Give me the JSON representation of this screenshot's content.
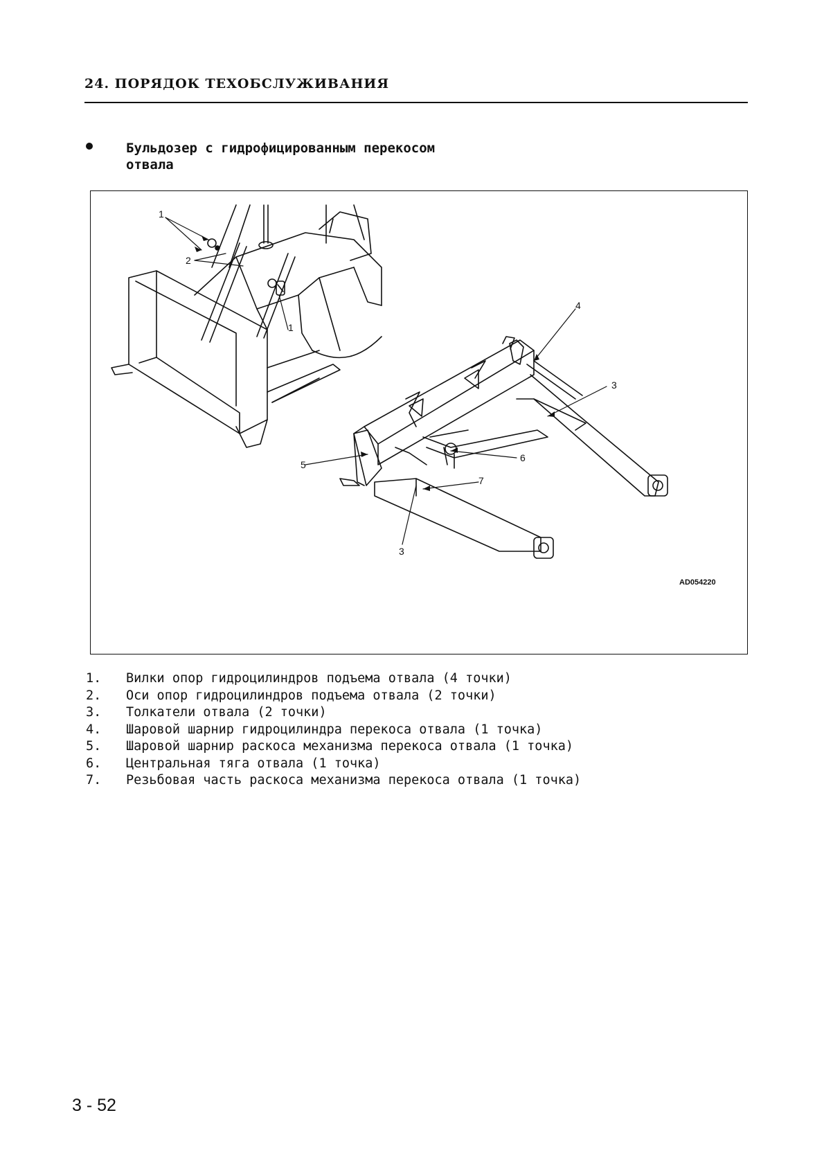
{
  "header": {
    "title": "24. ПОРЯДОК ТЕХОБСЛУЖИВАНИЯ"
  },
  "section": {
    "subtitle_line1": "Бульдозер с гидрофицированным перекосом",
    "subtitle_line2": "отвала"
  },
  "figure": {
    "code": "AD054220",
    "callouts": {
      "c1a": "1",
      "c1b": "1",
      "c2": "2",
      "c3a": "3",
      "c3b": "3",
      "c4": "4",
      "c5": "5",
      "c6": "6",
      "c7": "7"
    }
  },
  "legend": [
    {
      "num": "1.",
      "text": "Вилки опор гидроцилиндров подъема отвала (4 точки)"
    },
    {
      "num": "2.",
      "text": "Оси опор гидроцилиндров подъема отвала (2 точки)"
    },
    {
      "num": "3.",
      "text": "Толкатели отвала (2 точки)"
    },
    {
      "num": "4.",
      "text": "Шаровой шарнир гидроцилиндра перекоса отвала (1 точка)"
    },
    {
      "num": "5.",
      "text": "Шаровой шарнир раскоса механизма перекоса отвала (1 точка)"
    },
    {
      "num": "6.",
      "text": "Центральная тяга отвала (1 точка)"
    },
    {
      "num": "7.",
      "text": "Резьбовая часть раскоса механизма перекоса отвала (1 точка)"
    }
  ],
  "footer": {
    "page_number": "3 - 52"
  }
}
